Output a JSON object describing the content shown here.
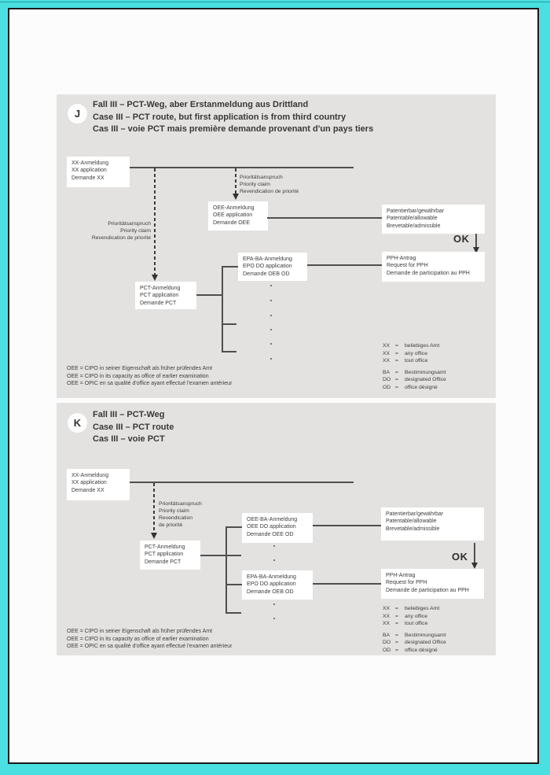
{
  "colors": {
    "frame": "#4adfe1",
    "inner_border": "#1b1b1b",
    "page_bg": "#fcfcfc",
    "panel_bg": "#e3e2e0",
    "line": "#4f4f4f",
    "text": "#3d3d3d"
  },
  "panel_j": {
    "badge": "J",
    "title": [
      "Fall III – PCT-Weg, aber Erstanmeldung aus Drittland",
      "Case III – PCT route, but first application is from third country",
      "Cas III – voie PCT mais première demande provenant d'un pays tiers"
    ],
    "boxes": {
      "xx": [
        "XX-Anmeldung",
        "XX application",
        "Demande XX"
      ],
      "oee": [
        "OEE-Anmeldung",
        "OEE application",
        "Demande OEE"
      ],
      "patentable": [
        "Patentierbar/gewährbar",
        "Patentable/allowable",
        "Brevetable/admissible"
      ],
      "epa": [
        "EPA-BA-Anmeldung",
        "EPO DO application",
        "Demande OEB OD"
      ],
      "pph": [
        "PPH-Antrag",
        "Request for PPH",
        "Demande de participation au PPH"
      ],
      "pct": [
        "PCT-Anmeldung",
        "PCT application",
        "Demande PCT"
      ]
    },
    "labels": {
      "priority_left": [
        "Prioritätsanspruch",
        "Priority claim",
        "Revendication de priorité"
      ],
      "priority_right": [
        "Prioritätsanspruch",
        "Priority claim",
        "Revendication de priorité"
      ],
      "ok": "OK"
    },
    "legend": {
      "eq": "=",
      "xx": [
        {
          "abbr": "XX",
          "label": "beliebiges Amt"
        },
        {
          "abbr": "XX",
          "label": "any office"
        },
        {
          "abbr": "XX",
          "label": "tout office"
        }
      ],
      "ba": [
        {
          "abbr": "BA",
          "label": "Bestimmungsamt"
        },
        {
          "abbr": "DO",
          "label": "designated Office"
        },
        {
          "abbr": "OD",
          "label": "office désigné"
        }
      ]
    },
    "footnote": [
      "OEE = CIPO in seiner Eigenschaft als früher prüfendes Amt",
      "OEE = CIPO in its capacity as office of earlier examination",
      "OEE = OPIC en sa qualité d'office ayant effectué l'examen antérieur"
    ]
  },
  "panel_k": {
    "badge": "K",
    "title": [
      "Fall III – PCT-Weg",
      "Case III – PCT route",
      "Cas III – voie PCT"
    ],
    "boxes": {
      "xx": [
        "XX-Anmeldung",
        "XX application",
        "Demande XX"
      ],
      "pct": [
        "PCT-Anmeldung",
        "PCT application",
        "Demande PCT"
      ],
      "oee_ba": [
        "OEE-BA-Anmeldung",
        "OEE DO application",
        "Demande OEE OD"
      ],
      "patentable": [
        "Patentierbar/gewährbar",
        "Patentable/allowable",
        "Brevetable/admissible"
      ],
      "epa_ba": [
        "EPA-BA-Anmeldung",
        "EPO DO application",
        "Demande OEB OD"
      ],
      "pph": [
        "PPH-Antrag",
        "Request for PPH",
        "Demande de participation au PPH"
      ]
    },
    "labels": {
      "priority": [
        "Prioritätsanspruch",
        "Priority claim",
        "Revendication",
        "de priorité"
      ],
      "ok": "OK"
    },
    "legend": {
      "eq": "=",
      "xx": [
        {
          "abbr": "XX",
          "label": "beliebiges Amt"
        },
        {
          "abbr": "XX",
          "label": "any office"
        },
        {
          "abbr": "XX",
          "label": "tout office"
        }
      ],
      "ba": [
        {
          "abbr": "BA",
          "label": "Bestimmungsamt"
        },
        {
          "abbr": "DO",
          "label": "designated Office"
        },
        {
          "abbr": "OD",
          "label": "office désigné"
        }
      ]
    },
    "footnote": [
      "OEE = CIPO in seiner Eigenschaft als früher prüfendes Amt",
      "OEE = CIPO in its capacity as office of earlier examination",
      "OEE = OPIC en sa qualité d'office ayant effectué l'examen antérieur"
    ]
  }
}
